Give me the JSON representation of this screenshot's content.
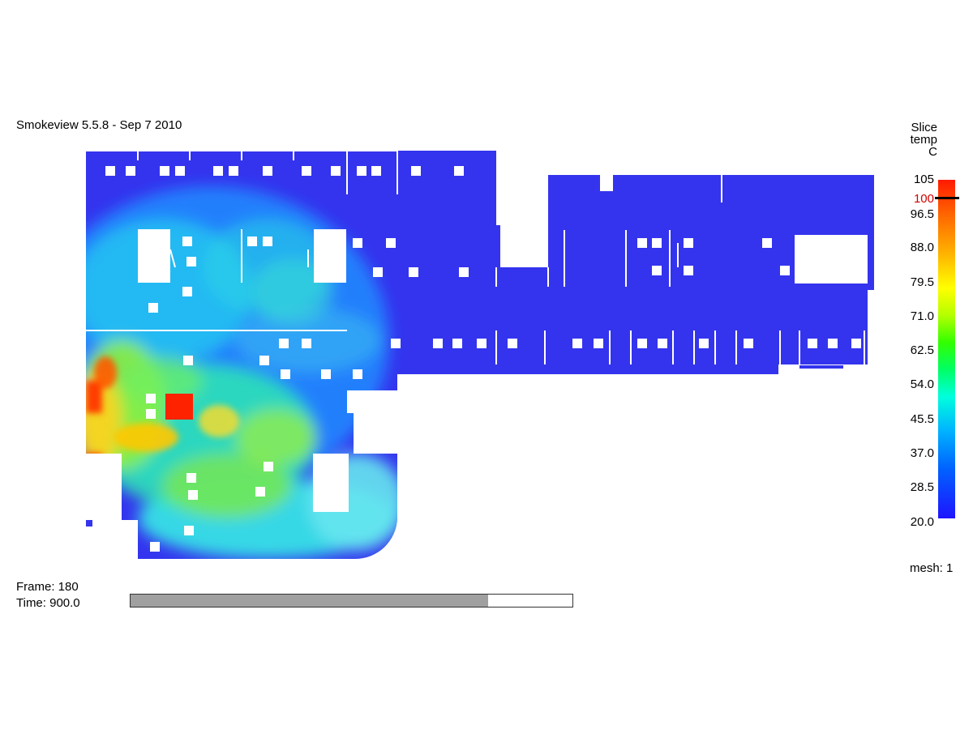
{
  "window": {
    "title": "Smokeview 5.5.8 - Sep  7 2010"
  },
  "colorbar": {
    "label_lines": [
      "Slice",
      "temp",
      "C"
    ],
    "ticks": [
      "105",
      "100",
      "96.5",
      "88.0",
      "79.5",
      "71.0",
      "62.5",
      "54.0",
      "45.5",
      "37.0",
      "28.5",
      "20.0"
    ],
    "highlight_tick": "100",
    "min": 20.0,
    "max": 105
  },
  "mesh_label": "mesh: 1",
  "frame_label": "Frame: 180",
  "time_label": "Time: 900.0",
  "timebar": {
    "progress": 0.81
  },
  "colors": {
    "cold": "#3434ee",
    "hot": "#ff2a00",
    "background": "#ffffff"
  },
  "icons": {
    "slider": "time-slider-bar"
  }
}
